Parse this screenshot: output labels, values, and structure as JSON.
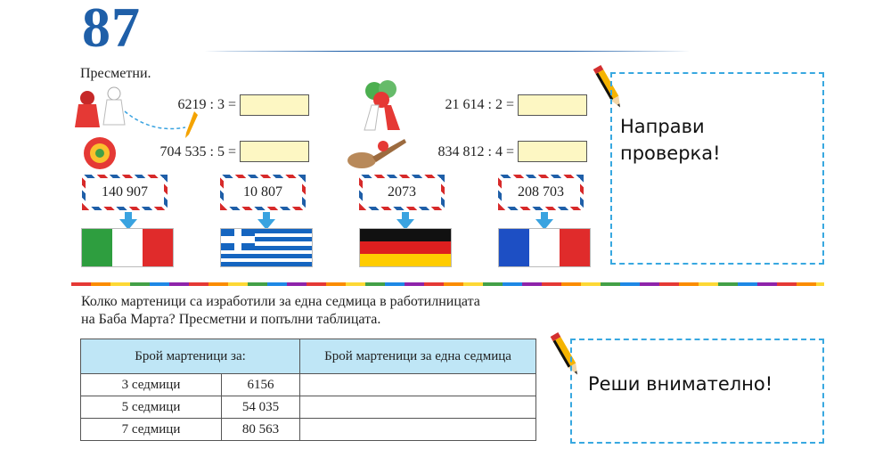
{
  "page_number": "87",
  "section1": {
    "title": "Пресметни.",
    "expressions": [
      {
        "text": "6219 : 3 ="
      },
      {
        "text": "21 614 : 2 ="
      },
      {
        "text": "704 535 : 5 ="
      },
      {
        "text": "834 812 : 4 ="
      }
    ],
    "stamps": [
      "140 907",
      "10 807",
      "2073",
      "208 703"
    ],
    "flags": [
      "italy-flag",
      "greece-flag",
      "germany-flag",
      "france-flag"
    ],
    "note": {
      "line1": "Направи",
      "line2": "проверка!"
    }
  },
  "section2": {
    "question_line1": "Колко мартеници са изработили за една седмица в работилницата",
    "question_line2": "на Баба Марта? Пресметни и попълни таблицата.",
    "table": {
      "header_left": "Брой мартеници за:",
      "header_right": "Брой мартеници за една седмица",
      "rows": [
        {
          "period": "3 седмици",
          "count": "6156"
        },
        {
          "period": "5 седмици",
          "count": "54 035"
        },
        {
          "period": "7 седмици",
          "count": "80 563"
        }
      ]
    },
    "note": "Реши внимателно!"
  },
  "colors": {
    "accent_blue": "#1f5fa8",
    "dashed_blue": "#38a8e0",
    "answer_yellow": "#fdf7c3",
    "table_header": "#bfe6f6"
  }
}
